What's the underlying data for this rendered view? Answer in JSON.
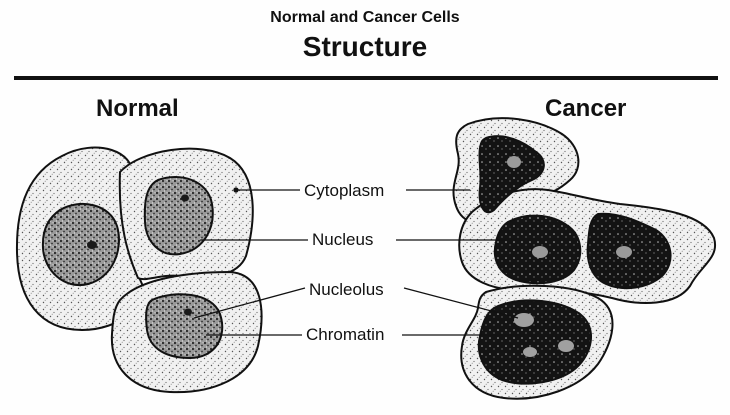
{
  "header": {
    "supertitle": "Normal and Cancer Cells",
    "title": "Structure"
  },
  "panels": {
    "normal": "Normal",
    "cancer": "Cancer"
  },
  "labels": {
    "cytoplasm": "Cytoplasm",
    "nucleus": "Nucleus",
    "nucleolus": "Nucleolus",
    "chromatin": "Chromatin"
  },
  "colors": {
    "ink": "#111111",
    "cytoplasm_fill": "#dcdcdc",
    "normal_nucleus_fill": "#8a8a8a",
    "cancer_nucleus_fill": "#111111"
  }
}
